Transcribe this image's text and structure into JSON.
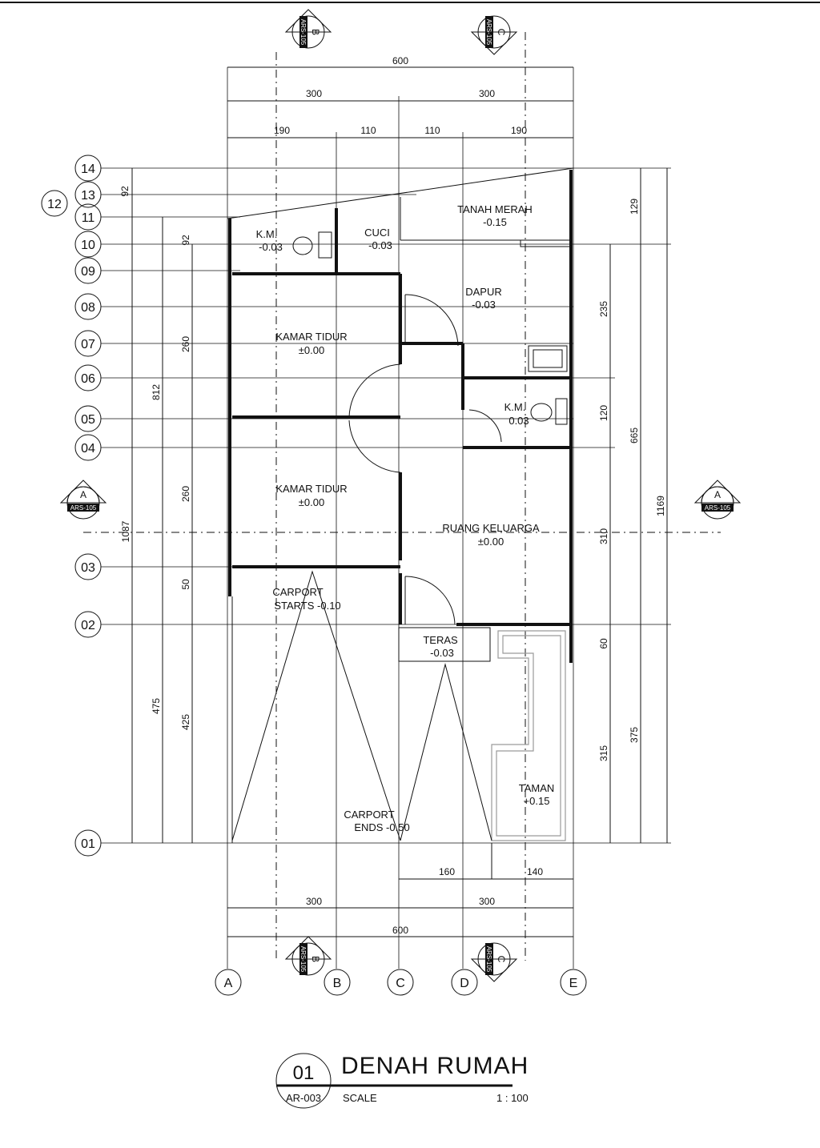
{
  "grid": {
    "rows": [
      "14",
      "13",
      "12",
      "11",
      "10",
      "09",
      "08",
      "07",
      "06",
      "05",
      "04",
      "03",
      "02",
      "01"
    ],
    "cols": [
      "A",
      "B",
      "C",
      "D",
      "E"
    ]
  },
  "dimensions": {
    "top_total": "600",
    "top_half": [
      "300",
      "300"
    ],
    "top_sub": [
      "190",
      "110",
      "110",
      "190"
    ],
    "bottom_sub": [
      "160",
      "140"
    ],
    "bottom_half": [
      "300",
      "300"
    ],
    "bottom_total": "600",
    "left": [
      "92",
      "92",
      "260",
      "260",
      "50",
      "425",
      "475",
      "812",
      "1087"
    ],
    "right": [
      "129",
      "235",
      "120",
      "310",
      "60",
      "315",
      "375",
      "665",
      "1169"
    ]
  },
  "rooms": {
    "km1": {
      "name": "K.M.",
      "level": "-0.03"
    },
    "cuci": {
      "name": "CUCI",
      "level": "-0.03"
    },
    "tanah": {
      "name": "TANAH MERAH",
      "level": "-0.15"
    },
    "dapur": {
      "name": "DAPUR",
      "level": "-0.03"
    },
    "kamar1": {
      "name": "KAMAR TIDUR",
      "level": "±0.00"
    },
    "km2": {
      "name": "K.M.",
      "level": "0.03"
    },
    "kamar2": {
      "name": "KAMAR TIDUR",
      "level": "±0.00"
    },
    "ruang": {
      "name": "RUANG KELUARGA",
      "level": "±0.00"
    },
    "carport_start": {
      "name": "CARPORT",
      "level": "STARTS -0.10"
    },
    "teras": {
      "name": "TERAS",
      "level": "-0.03"
    },
    "taman": {
      "name": "TAMAN",
      "level": "+0.15"
    },
    "carport_end": {
      "name": "CARPORT",
      "level": "ENDS -0.50"
    }
  },
  "section_markers": {
    "a": {
      "letter": "A",
      "ref": "ARS-105"
    },
    "b": {
      "letter": "B",
      "ref": "ARS-105"
    },
    "c": {
      "letter": "C",
      "ref": "ARS-105"
    }
  },
  "title_block": {
    "number": "01",
    "title": "DENAH RUMAH",
    "sheet": "AR-003",
    "scale_label": "SCALE",
    "scale_value": "1 : 100"
  }
}
